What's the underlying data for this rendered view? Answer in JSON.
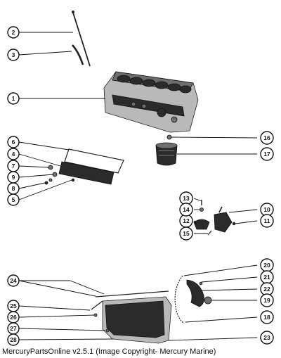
{
  "diagram": {
    "callouts": [
      "1",
      "2",
      "3",
      "4",
      "5",
      "6",
      "7",
      "8",
      "9",
      "10",
      "11",
      "12",
      "13",
      "14",
      "15",
      "16",
      "17",
      "20",
      "21",
      "22",
      "23",
      "24",
      "25",
      "26",
      "27",
      "28",
      "18",
      "19"
    ]
  },
  "footer": {
    "text": "MercuryPartsOnline v2.5.1 (Image Copyright- Mercury Marine)"
  },
  "colors": {
    "ink": "#111111",
    "background": "#ffffff"
  }
}
